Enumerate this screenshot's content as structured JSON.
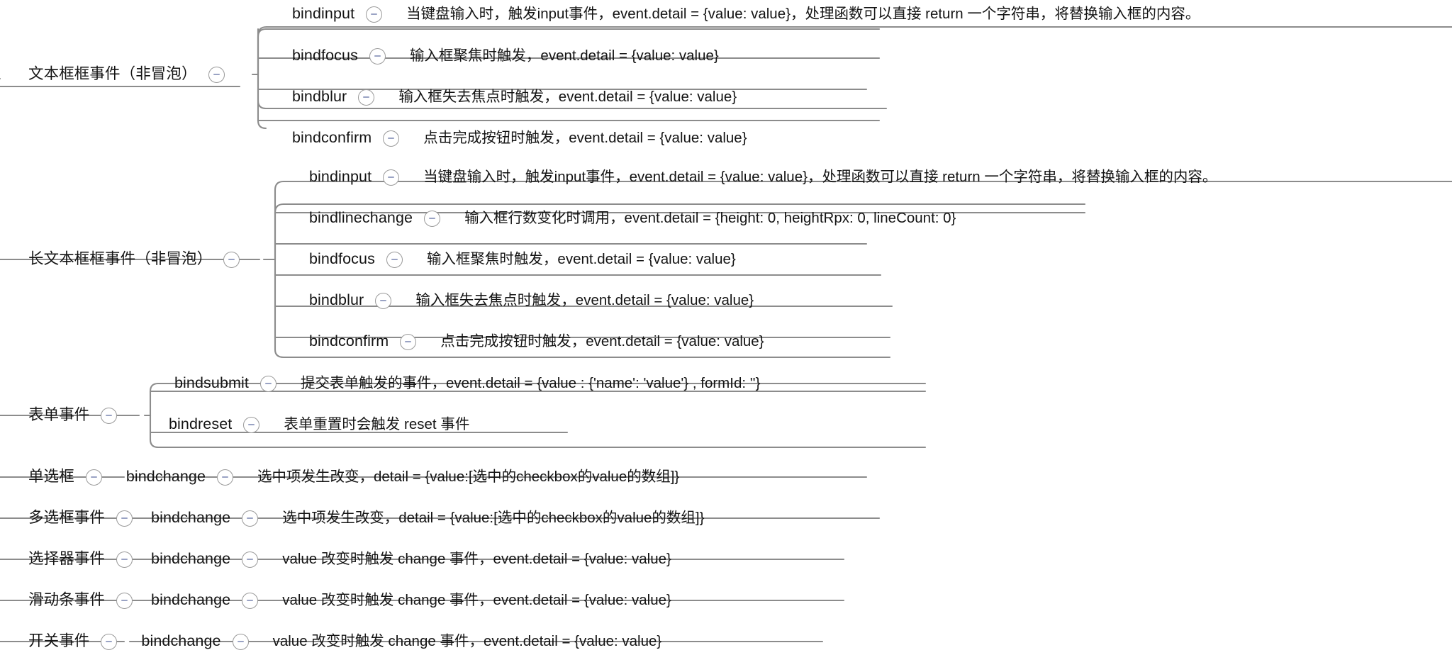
{
  "meta": {
    "title": "小程序组件事件思维导图",
    "line_color": "#8c8c8c",
    "icon_border_color": "#9a9a9a",
    "icon_bar_color": "#9aa3c4",
    "text_color": "#141414",
    "background": "#ffffff",
    "collapse_icon_name": "collapse-minus-icon"
  },
  "branches": [
    {
      "id": "textbox",
      "label": "文本框框事件（非冒泡）",
      "children": [
        {
          "event": "bindinput",
          "desc": "当键盘输入时，触发input事件，event.detail = {value: value}，处理函数可以直接 return 一个字符串，将替换输入框的内容。"
        },
        {
          "event": "bindfocus",
          "desc": "输入框聚焦时触发，event.detail = {value: value}"
        },
        {
          "event": "bindblur",
          "desc": "输入框失去焦点时触发，event.detail = {value: value}"
        },
        {
          "event": "bindconfirm",
          "desc": "点击完成按钮时触发，event.detail = {value: value}"
        }
      ]
    },
    {
      "id": "textarea",
      "label": "长文本框框事件（非冒泡）",
      "children": [
        {
          "event": "bindinput",
          "desc": "当键盘输入时，触发input事件，event.detail = {value: value}，处理函数可以直接 return 一个字符串，将替换输入框的内容。"
        },
        {
          "event": "bindlinechange",
          "desc": "输入框行数变化时调用，event.detail = {height: 0, heightRpx: 0, lineCount: 0}"
        },
        {
          "event": "bindfocus",
          "desc": "输入框聚焦时触发，event.detail = {value: value}"
        },
        {
          "event": "bindblur",
          "desc": "输入框失去焦点时触发，event.detail = {value: value}"
        },
        {
          "event": "bindconfirm",
          "desc": "点击完成按钮时触发，event.detail = {value: value}"
        }
      ]
    },
    {
      "id": "form",
      "label": "表单事件",
      "children": [
        {
          "event": "bindsubmit",
          "desc": "提交表单触发的事件，event.detail = {value : {'name': 'value'} , formId: ''}"
        },
        {
          "event": "bindreset",
          "desc": "表单重置时会触发 reset 事件"
        }
      ]
    },
    {
      "id": "radio",
      "label": "单选框",
      "children": [
        {
          "event": "bindchange",
          "desc": "选中项发生改变，detail = {value:[选中的checkbox的value的数组]}"
        }
      ]
    },
    {
      "id": "checkbox",
      "label": "多选框事件",
      "children": [
        {
          "event": "bindchange",
          "desc": "选中项发生改变，detail = {value:[选中的checkbox的value的数组]}"
        }
      ]
    },
    {
      "id": "picker",
      "label": "选择器事件",
      "children": [
        {
          "event": "bindchange",
          "desc": "value 改变时触发 change 事件，event.detail = {value: value}"
        }
      ]
    },
    {
      "id": "slider",
      "label": "滑动条事件",
      "children": [
        {
          "event": "bindchange",
          "desc": "value 改变时触发 change 事件，event.detail = {value: value}"
        }
      ]
    },
    {
      "id": "switch",
      "label": "开关事件",
      "children": [
        {
          "event": "bindchange",
          "desc": "value 改变时触发 change 事件，event.detail = {value: value}"
        }
      ]
    }
  ]
}
